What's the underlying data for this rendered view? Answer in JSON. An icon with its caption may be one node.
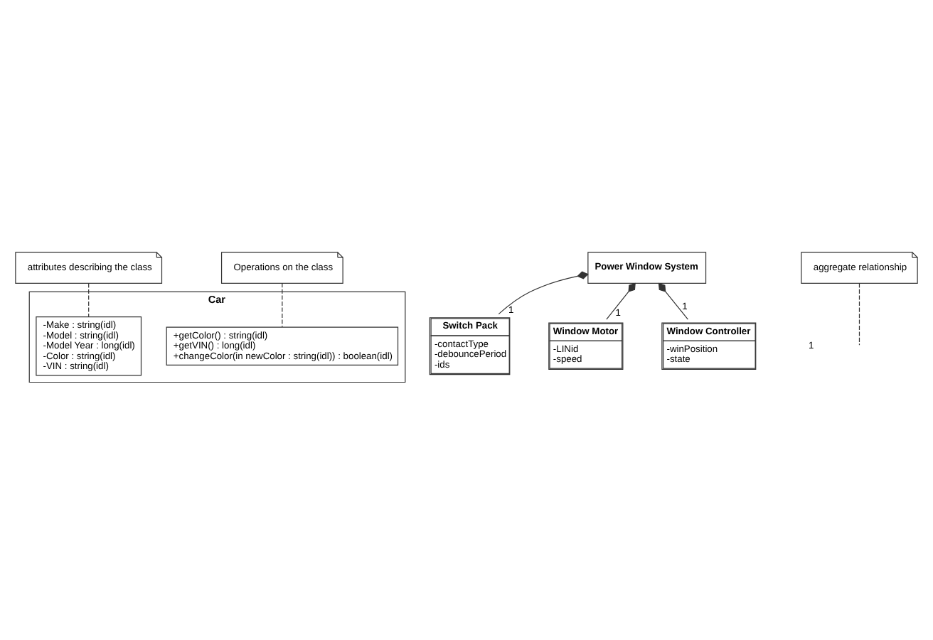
{
  "diagram": {
    "nodes": [
      {
        "text": [
          "Car"
        ]
      },
      {
        "text": [
          "-Make : string(idl)",
          "-Model : string(idl)",
          "-Model Year : long(idl)",
          "-Color : string(idl)",
          "-VIN : string(idl)"
        ],
        "in": 0
      },
      {
        "text": [
          "+getColor() : string(idl)",
          "+getVIN() : long(idl)",
          "+changeColor(in newColor : string(idl)) : boolean(idl)"
        ],
        "in": 0
      },
      {
        "text": [
          "attributes describing the class"
        ]
      },
      {
        "text": [
          "Operations on the class"
        ]
      },
      {
        "text": [
          "Power Window System"
        ]
      },
      {
        "text": [
          "Switch Pack",
          "-contactType",
          "-debouncePeriod",
          "-ids"
        ]
      },
      {
        "text": [
          "Window Motor",
          "-LINid",
          "-speed"
        ]
      },
      {
        "text": [
          "Window Controller",
          "-winPosition",
          "-state"
        ]
      },
      {
        "text": [
          "aggregate relationship"
        ]
      }
    ],
    "edges": [
      {
        "from": 3,
        "to": 1,
        "arrow": "none",
        "style": "dashed"
      },
      {
        "from": 4,
        "to": 2,
        "arrow": "none",
        "style": "dashed"
      },
      {
        "from": 5,
        "to": 6,
        "arrow": "other",
        "label": "1"
      },
      {
        "from": 5,
        "to": 7,
        "arrow": "other",
        "label": "1"
      },
      {
        "from": 5,
        "to": 8,
        "arrow": "other",
        "label": "1"
      },
      {
        "from": 9,
        "to": null,
        "arrow": "none",
        "style": "dashed"
      }
    ],
    "labels": [
      "1"
    ]
  }
}
